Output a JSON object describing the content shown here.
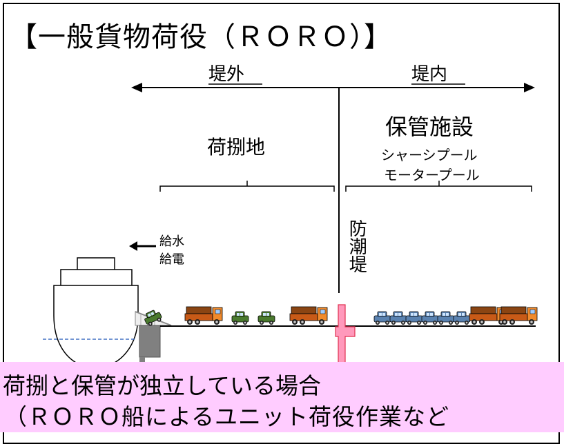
{
  "title": "【一般貨物荷役（ＲＯＲＯ）】",
  "zones": {
    "outside_label": "堤外",
    "inside_label": "堤内"
  },
  "yard": {
    "label": "荷捌地"
  },
  "storage": {
    "label": "保管施設",
    "sub1": "シャーシプール",
    "sub2": "モータープール"
  },
  "ship_services": {
    "water": "給水",
    "power": "給電"
  },
  "seawall": {
    "label": "防潮堤"
  },
  "caption": {
    "line1": "荷捌と保管が独立している場合",
    "line2": "（ＲＯＲＯ船によるユニット荷役作業など"
  },
  "colors": {
    "truck_body": "#c85a17",
    "truck_cab": "#f08a2c",
    "car_green": "#4a7a2e",
    "car_blue": "#5a82b0",
    "seawall": "#ff99bb",
    "sea_line": "#4472c4",
    "caption_bg": "#ffccff"
  }
}
